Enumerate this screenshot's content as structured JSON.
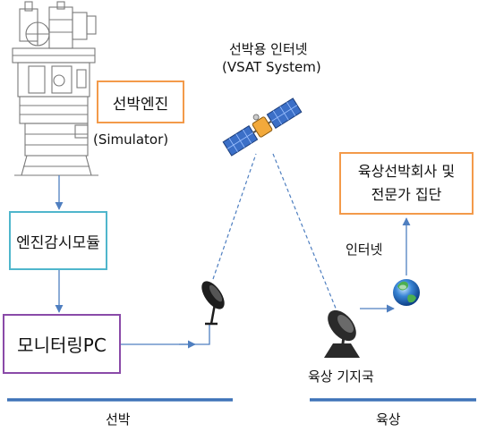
{
  "satellite": {
    "line1": "선박용 인터넷",
    "line2": "(VSAT System)"
  },
  "engine": {
    "label": "선박엔진",
    "sublabel": "(Simulator)"
  },
  "monitor_module": {
    "label": "엔진감시모듈"
  },
  "monitor_pc": {
    "label": "모니터링PC"
  },
  "shore_company": {
    "line1": "육상선박회사 및",
    "line2": "전문가 집단"
  },
  "internet_label": "인터넷",
  "ground_station": "육상 기지국",
  "ship_side": "선박",
  "land_side": "육상",
  "colors": {
    "orange_border": "#f39a4a",
    "teal_border": "#4fb6cc",
    "purple_border": "#8a4aa8",
    "arrow_blue": "#4f7fc0",
    "baseline_blue": "#3f73b8"
  },
  "icons": [
    "ship-engine-icon",
    "satellite-icon",
    "ship-antenna-icon",
    "ground-dish-icon",
    "globe-icon"
  ]
}
